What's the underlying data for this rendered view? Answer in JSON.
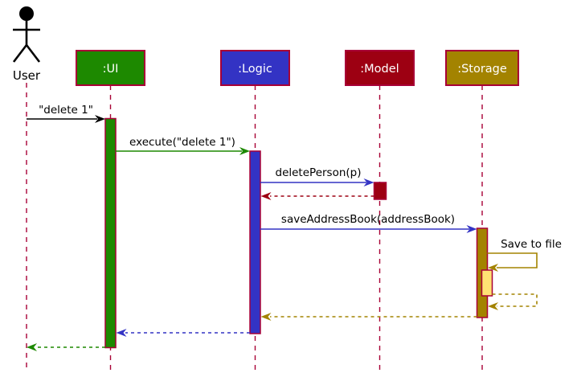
{
  "diagram": {
    "type": "uml-sequence-diagram",
    "actor": {
      "name": "User"
    },
    "participants": [
      {
        "label": ":UI",
        "color": "#1D8900"
      },
      {
        "label": ":Logic",
        "color": "#3333C4"
      },
      {
        "label": ":Model",
        "color": "#9D0012"
      },
      {
        "label": ":Storage",
        "color": "#A38300"
      }
    ],
    "colors": {
      "border": "#A80036",
      "lifeline": "#A80036",
      "participant_text": "#FFFFFF",
      "message_text": "#000000",
      "actor": "#000000",
      "storage_nested_activation": "#FFE374",
      "background": "#FFFFFF"
    },
    "messages": [
      {
        "text": "\"delete 1\"",
        "from": "User",
        "to": ":UI",
        "kind": "sync",
        "color": "#000000"
      },
      {
        "text": "execute(\"delete 1\")",
        "from": ":UI",
        "to": ":Logic",
        "kind": "sync",
        "color": "#1D8900"
      },
      {
        "text": "deletePerson(p)",
        "from": ":Logic",
        "to": ":Model",
        "kind": "sync",
        "color": "#3333C4"
      },
      {
        "text": "",
        "from": ":Model",
        "to": ":Logic",
        "kind": "return",
        "color": "#9D0012"
      },
      {
        "text": "saveAddressBook(addressBook)",
        "from": ":Logic",
        "to": ":Storage",
        "kind": "sync",
        "color": "#3333C4"
      },
      {
        "text": "Save to file",
        "from": ":Storage",
        "to": ":Storage",
        "kind": "self",
        "color": "#A38300"
      },
      {
        "text": "",
        "from": ":Storage",
        "to": ":Storage",
        "kind": "self-return",
        "color": "#A38300"
      },
      {
        "text": "",
        "from": ":Storage",
        "to": ":Logic",
        "kind": "return",
        "color": "#A38300"
      },
      {
        "text": "",
        "from": ":Logic",
        "to": ":UI",
        "kind": "return",
        "color": "#3333C4"
      },
      {
        "text": "",
        "from": ":UI",
        "to": "User",
        "kind": "return",
        "color": "#1D8900"
      }
    ]
  }
}
